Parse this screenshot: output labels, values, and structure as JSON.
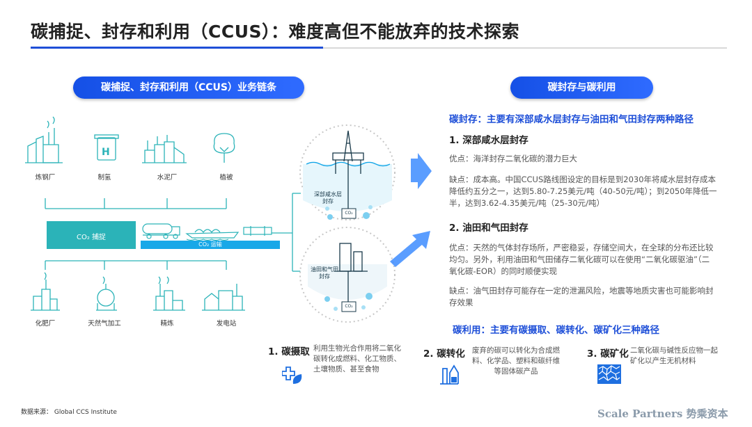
{
  "title": "碳捕捉、封存和利用（CCUS）：难度高但不能放弃的技术探索",
  "left_pill": "碳捕捉、封存和利用（CCUS）业务链条",
  "right_pill": "碳封存与碳利用",
  "top_sources": [
    "炼钢厂",
    "制氢",
    "水泥厂",
    "植被"
  ],
  "bottom_sources": [
    "化肥厂",
    "天然气加工",
    "精炼",
    "发电站"
  ],
  "capture_label": "CO₂ 捕捉",
  "transport_label": "CO₂ 运输",
  "circle_top_label": "深部咸水层封存",
  "circle_bottom_label": "油田和气田封存",
  "co2_tag": "CO₂",
  "storage": {
    "heading": "碳封存：主要有深部咸水层封存与油田和气田封存两种路径",
    "s1_title": "1. 深部咸水层封存",
    "s1_pro": "优点：海洋封存二氧化碳的潜力巨大",
    "s1_con": "缺点：成本高。中国CCUS路线图设定的目标是到2030年将咸水层封存成本降低约五分之一，达到5.80-7.25美元/吨（40-50元/吨）；到2050年降低一半，达到3.62-4.35美元/吨（25-30元/吨）",
    "s2_title": "2. 油田和气田封存",
    "s2_pro": "优点：天然的气体封存场所，严密稳妥，存储空间大，在全球的分布还比较均匀。另外，利用油田和气田储存二氧化碳可以在使用“二氧化碳驱油”（二氧化碳-EOR）的同时顺便实现",
    "s2_con": "缺点：油气田封存可能存在一定的泄漏风险，地震等地质灾害也可能影响封存效果"
  },
  "utilization": {
    "heading": "碳利用：主要有碳摄取、碳转化、碳矿化三种路径",
    "items": [
      {
        "title": "1. 碳摄取",
        "text": "利用生物光合作用将二氧化碳转化成燃料、化工物质、土壤物质、甚至食物",
        "icon": "leaf-plus-icon"
      },
      {
        "title": "2. 碳转化",
        "text": "废弃的碳可以转化为合成燃料、化学品、塑料和碳纤维等固体碳产品",
        "icon": "lab-flask-icon"
      },
      {
        "title": "3. 碳矿化",
        "text": "二氧化碳与碱性反应物一起矿化以产生无机材料",
        "icon": "mineral-texture-icon"
      }
    ]
  },
  "source": "数据来源：  Global CCS Institute",
  "brand": "Scale Partners 势乘资本",
  "colors": {
    "accent_blue": "#1e4fd8",
    "teal": "#2bb3b8",
    "cyan": "#18a8e8"
  }
}
